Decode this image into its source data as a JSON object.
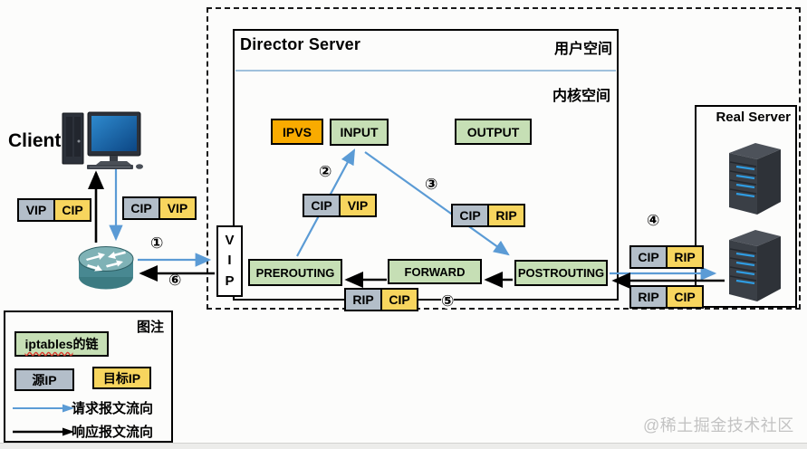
{
  "client": {
    "label": "Client"
  },
  "director": {
    "title": "Director Server",
    "user_space_label": "用户空间",
    "kernel_space_label": "内核空间",
    "nodes": {
      "ipvs": "IPVS",
      "input": "INPUT",
      "output": "OUTPUT"
    },
    "chains": {
      "prerouting": "PREROUTING",
      "forward": "FORWARD",
      "postrouting": "POSTROUTING"
    },
    "vip": {
      "l1": "V",
      "l2": "I",
      "l3": "P"
    }
  },
  "real_server": {
    "title": "Real Server"
  },
  "ip_labels": {
    "client_response": {
      "src": "VIP",
      "dst": "CIP"
    },
    "client_request": {
      "src": "CIP",
      "dst": "VIP"
    },
    "step2": {
      "src": "CIP",
      "dst": "VIP"
    },
    "step3": {
      "src": "CIP",
      "dst": "RIP"
    },
    "step4": {
      "src": "CIP",
      "dst": "RIP"
    },
    "step5": {
      "src": "RIP",
      "dst": "CIP"
    },
    "server_response": {
      "src": "RIP",
      "dst": "CIP"
    }
  },
  "steps": {
    "s1": "①",
    "s2": "②",
    "s3": "③",
    "s4": "④",
    "s5": "⑤",
    "s6": "⑥"
  },
  "legend": {
    "title": "图注",
    "chain_en": "iptables",
    "chain_zh": "的链",
    "source_ip": "源IP",
    "dest_ip": "目标IP",
    "request_flow": "请求报文流向",
    "response_flow": "响应报文流向"
  },
  "watermark": "@稀土掘金技术社区",
  "colors": {
    "chain_green": "#c6dfb5",
    "ipvs_orange": "#f9ab00",
    "source_gray": "#b3bec9",
    "dest_yellow": "#f7d55e",
    "request_blue": "#5b9bd5",
    "response_black": "#000000",
    "divider_blue": "#9fc0dc"
  }
}
